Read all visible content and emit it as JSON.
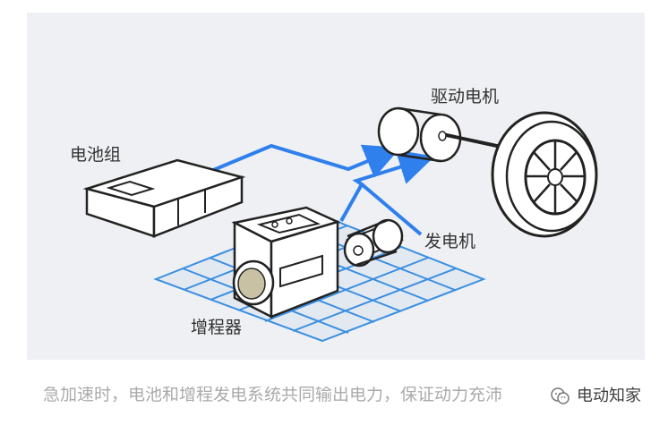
{
  "diagram": {
    "labels": {
      "battery_pack": "电池组",
      "drive_motor": "驱动电机",
      "generator": "发电机",
      "range_extender": "增程器"
    },
    "caption": "急加速时，电池和增程发电系统共同输出电力，保证动力充沛",
    "watermark": "电动知家"
  },
  "colors": {
    "panel_background": "#eef0f3",
    "flow_arrow": "#2f80ed",
    "grid_blue": "#3b8fe0",
    "outline": "#222222",
    "caption_gray": "#aaaaaa"
  },
  "icons": {
    "battery_pack": "battery-pack-icon",
    "drive_motor": "drive-motor-icon",
    "generator": "generator-icon",
    "range_extender": "range-extender-icon",
    "wheel": "wheel-icon",
    "wechat": "wechat-icon"
  }
}
